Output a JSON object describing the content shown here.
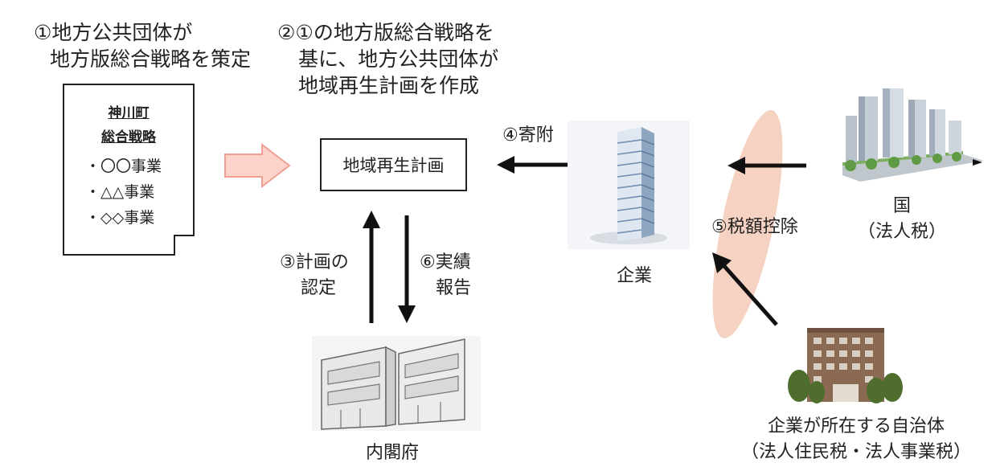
{
  "steps": {
    "step1_line1": "①地方公共団体が",
    "step1_line2": "地方版総合戦略を策定",
    "step2_line1": "②①の地方版総合戦略を",
    "step2_line2": "基に、地方公共団体が",
    "step2_line3": "地域再生計画を作成",
    "step3_line1": "③計画の",
    "step3_line2": "認定",
    "step4": "④寄附",
    "step5": "⑤税額控除",
    "step6_line1": "⑥実績",
    "step6_line2": "報告"
  },
  "document": {
    "title_line1": "神川町",
    "title_line2": "総合戦略",
    "items": [
      "・〇〇事業",
      "・△△事業",
      "・◇◇事業"
    ]
  },
  "plan_box": {
    "label": "地域再生計画"
  },
  "entities": {
    "company": "企業",
    "country_line1": "国",
    "country_line2": "（法人税）",
    "cabinet_office": "内閣府",
    "local_gov_line1": "企業が所在する自治体",
    "local_gov_line2": "（法人住民税・法人事業税）"
  },
  "colors": {
    "pink_arrow_fill": "#fbd3cb",
    "pink_arrow_stroke": "#f0a090",
    "highlight_ellipse": "#f6d2c2",
    "arrow": "#111111"
  },
  "icons": [
    "document-icon",
    "office-tower-icon",
    "city-skyline-icon",
    "cabinet-office-building-icon",
    "municipal-building-icon"
  ]
}
